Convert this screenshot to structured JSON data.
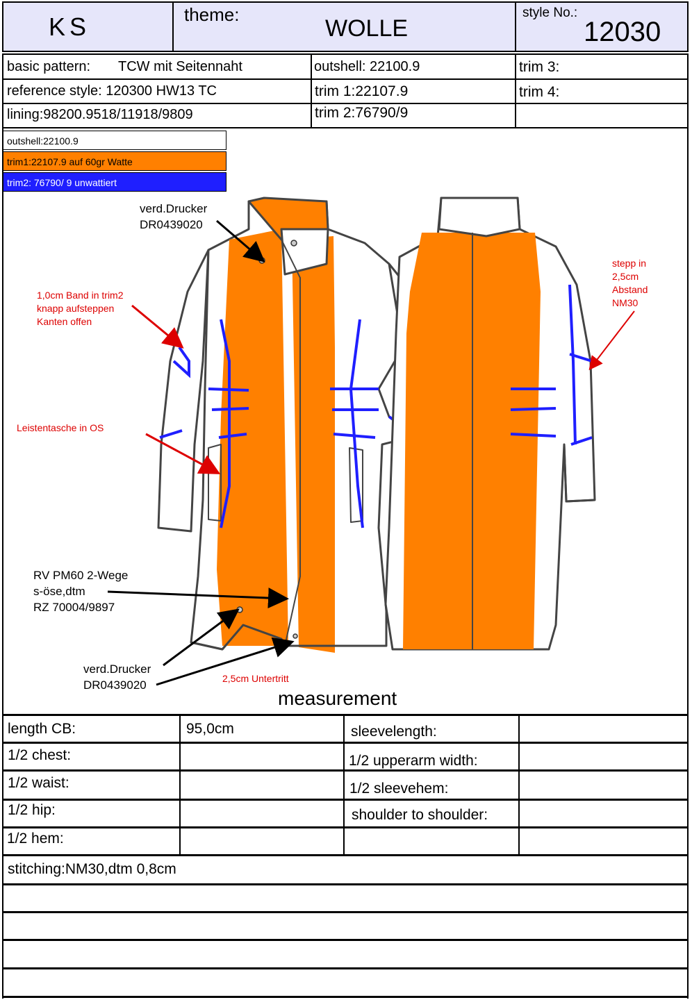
{
  "header": {
    "brand": "KS",
    "theme_label": "theme:",
    "theme_value": "WOLLE",
    "style_label": "style No.:",
    "style_value": "12030"
  },
  "info": {
    "basic_pattern_label": "basic pattern:",
    "basic_pattern_value": "TCW mit Seitennaht",
    "reference_style": "reference style: 120300 HW13 TC",
    "lining": "lining:98200.9518/11918/9809",
    "outshell": "outshell: 22100.9",
    "trim1": "trim 1:22107.9",
    "trim2": "trim 2:76790/9",
    "trim3": "trim 3:",
    "trim4": "trim 4:"
  },
  "legend": [
    {
      "text": "outshell:22100.9",
      "color": "#ffffff",
      "text_color": "#000000"
    },
    {
      "text": "trim1:22107.9 auf 60gr Watte",
      "color": "#ff8000",
      "text_color": "#000000"
    },
    {
      "text": "trim2: 76790/ 9  unwattiert",
      "color": "#1f1fff",
      "text_color": "#ffffff"
    }
  ],
  "annotations": {
    "verd_drucker_top_1": "verd.Drucker",
    "verd_drucker_top_2": "DR0439020",
    "band_1": "1,0cm Band in trim2",
    "band_2": "knapp aufsteppen",
    "band_3": "Kanten offen",
    "leistentasche": "Leistentasche in OS",
    "stepp_1": "stepp in",
    "stepp_2": "2,5cm",
    "stepp_3": "Abstand",
    "stepp_4": "NM30",
    "rv_1": "RV PM60 2-Wege",
    "rv_2": "s-öse,dtm",
    "rv_3": "RZ 70004/9897",
    "verd_drucker_bottom_1": "verd.Drucker",
    "verd_drucker_bottom_2": "DR0439020",
    "untertritt": "2,5cm Untertritt"
  },
  "measurement": {
    "title": "measurement",
    "rows": [
      {
        "left_label": "length CB:",
        "left_value": "95,0cm",
        "right_label": "sleevelength:",
        "right_value": ""
      },
      {
        "left_label": "1/2 chest:",
        "left_value": "",
        "right_label": "1/2 upperarm width:",
        "right_value": ""
      },
      {
        "left_label": "1/2 waist:",
        "left_value": "",
        "right_label": "1/2 sleevehem:",
        "right_value": ""
      },
      {
        "left_label": "1/2 hip:",
        "left_value": "",
        "right_label": "shoulder to shoulder:",
        "right_value": ""
      },
      {
        "left_label": "1/2 hem:",
        "left_value": "",
        "right_label": "",
        "right_value": ""
      }
    ],
    "stitching": "stitching:NM30,dtm  0,8cm"
  },
  "colors": {
    "header_bg": "#e6e6fa",
    "orange": "#ff8000",
    "blue": "#1f1fff",
    "red": "#dd0000"
  }
}
